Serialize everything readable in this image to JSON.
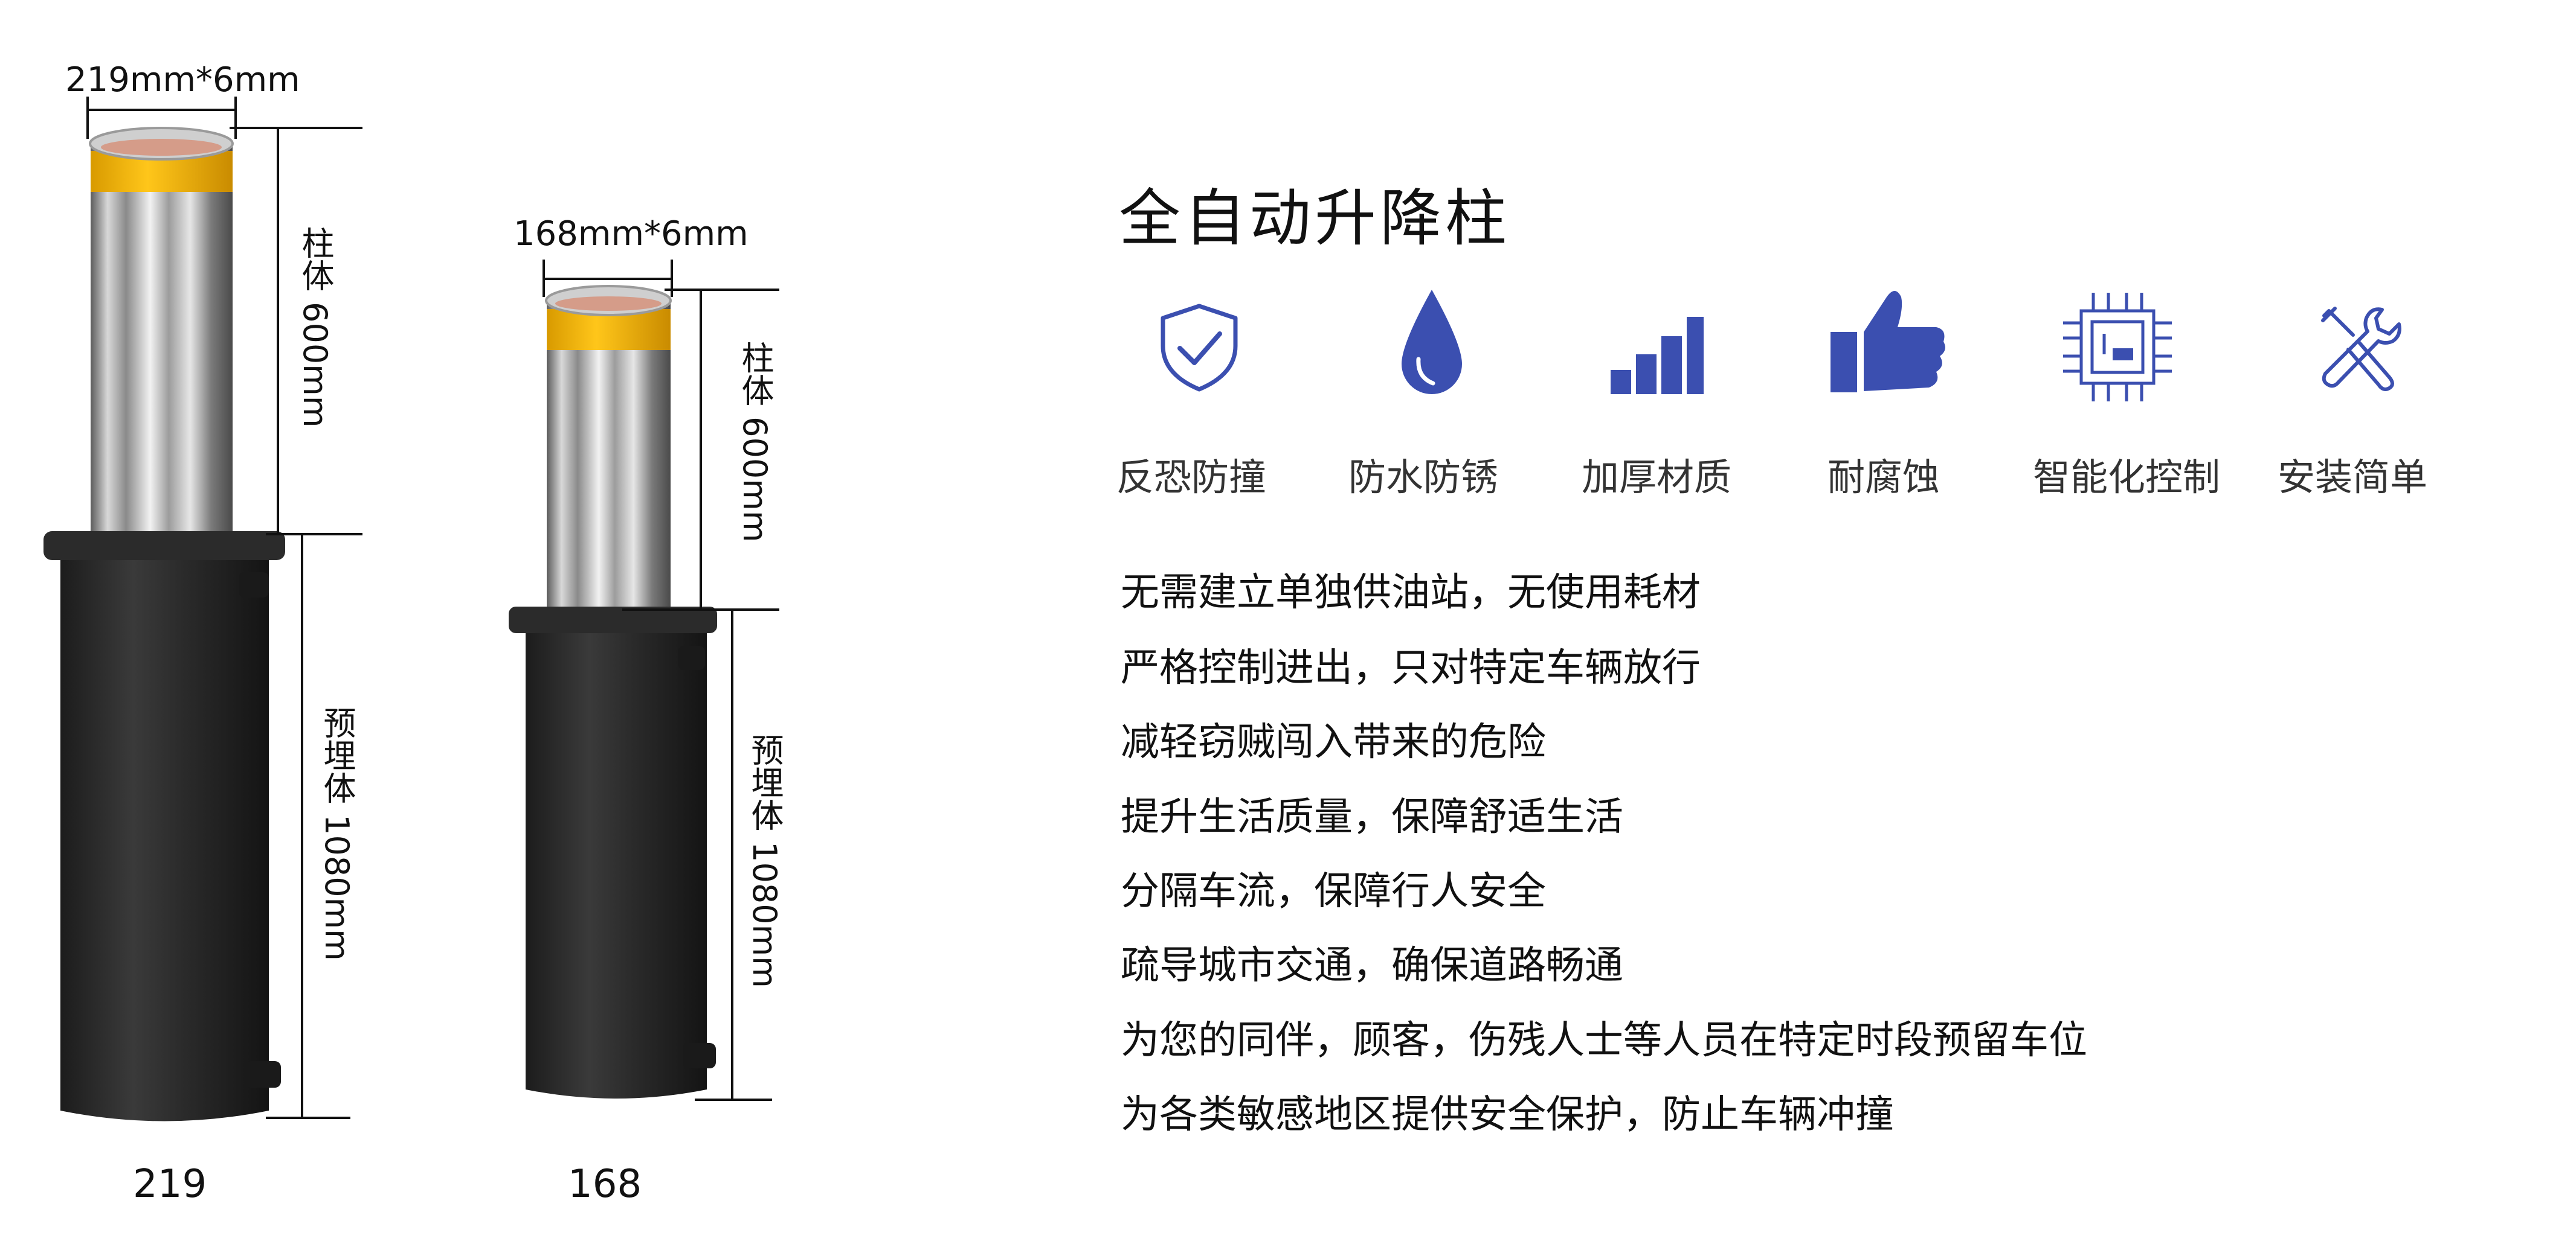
{
  "products": [
    {
      "model": "219",
      "diameter_label": "219mm*6mm",
      "column_label": "柱体 600mm",
      "embedded_label": "预埋体 1080mm"
    },
    {
      "model": "168",
      "diameter_label": "168mm*6mm",
      "column_label": "柱体 600mm",
      "embedded_label": "预埋体 1080mm"
    }
  ],
  "title": "全自动升降柱",
  "features": [
    {
      "label": "反恐防撞",
      "icon": "shield-check-icon"
    },
    {
      "label": "防水防锈",
      "icon": "water-drop-icon"
    },
    {
      "label": "加厚材质",
      "icon": "signal-bars-icon"
    },
    {
      "label": "耐腐蚀",
      "icon": "thumbs-up-icon"
    },
    {
      "label": "智能化控制",
      "icon": "chip-icon"
    },
    {
      "label": "安装简单",
      "icon": "wrench-screwdriver-icon"
    }
  ],
  "accent_color": "#3b4fb0",
  "descriptions": [
    "无需建立单独供油站，无使用耗材",
    "严格控制进出，只对特定车辆放行",
    "减轻窃贼闯入带来的危险",
    "提升生活质量，保障舒适生活",
    "分隔车流，保障行人安全",
    "疏导城市交通，确保道路畅通",
    "为您的同伴，顾客，伤残人士等人员在特定时段预留车位",
    "为各类敏感地区提供安全保护，防止车辆冲撞"
  ]
}
